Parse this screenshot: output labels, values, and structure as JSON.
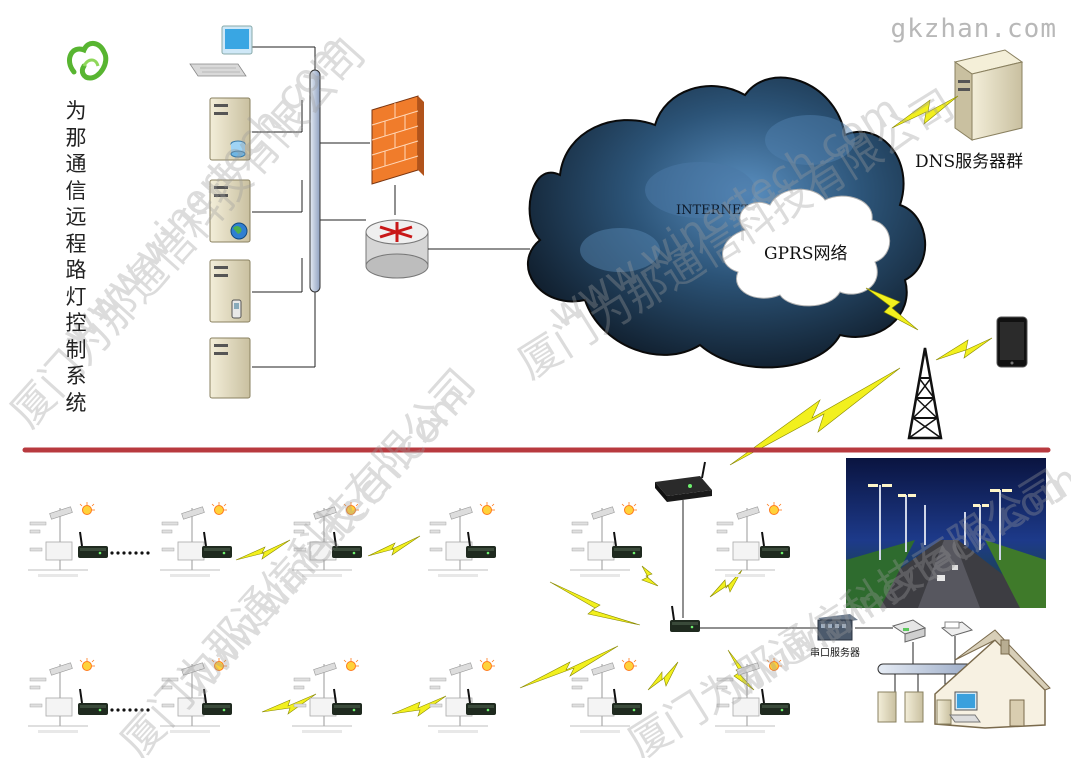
{
  "vertical_title": "为那通信远程路灯控制系统",
  "labels": {
    "internet": "INTERNET",
    "gprs": "GPRS网络",
    "dns": "DNS服务器群",
    "serial_server": "串口服务器"
  },
  "watermarks": {
    "site": "gkzhan.com",
    "company": "厦门为那通信科技有限公司",
    "domain": "www.winertech.com"
  },
  "colors": {
    "divider": "#b83a3f",
    "lightning": "#f2f01e",
    "cloud_dark": "#1b3047",
    "bus": "#c5cfe0"
  }
}
